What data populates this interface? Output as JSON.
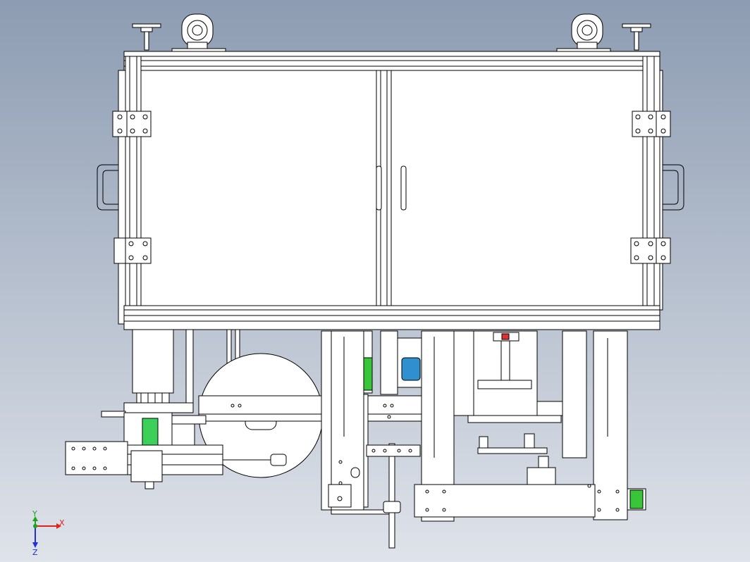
{
  "viewport": {
    "background_top": "#8d9cb2",
    "background_bottom": "#dfe3ea",
    "line_color": "#000000",
    "panel_fill": "#ffffff",
    "accent_green": "#39c53a",
    "accent_blue": "#2f8fcf",
    "cylinder_green": "#3ccf5a"
  },
  "triad": {
    "x_label": "X",
    "y_label": "Y",
    "z_label": "Z",
    "x_color": "#e0201c",
    "y_color": "#1ea51e",
    "z_color": "#2030d8"
  }
}
